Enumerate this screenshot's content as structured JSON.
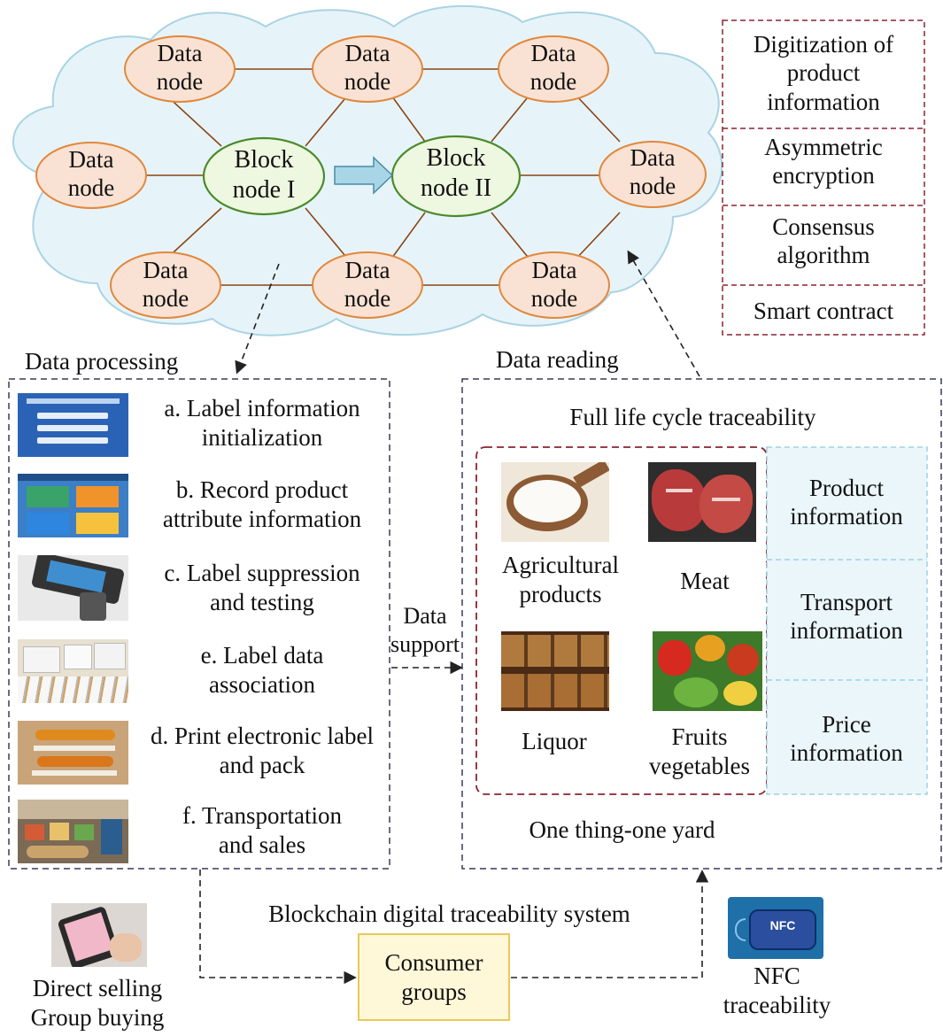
{
  "network": {
    "data_node_label": "Data\nnode",
    "block_nodes": [
      "Block\nnode I",
      "Block\nnode II"
    ]
  },
  "features": [
    "Digitization of\nproduct\ninformation",
    "Asymmetric\nencryption",
    "Consensus\nalgorithm",
    "Smart contract"
  ],
  "processing": {
    "title": "Data processing",
    "steps": [
      "a. Label information\ninitialization",
      "b. Record product\nattribute information",
      "c. Label suppression\nand testing",
      "e. Label data\nassociation",
      "d. Print electronic label\nand pack",
      "f. Transportation\nand sales"
    ]
  },
  "data_support": "Data\nsupport",
  "reading": {
    "title": "Data reading",
    "subtitle": "Full life cycle traceability",
    "products": [
      "Agricultural\nproducts",
      "Meat",
      "Liquor",
      "Fruits\nvegetables"
    ],
    "info_categories": [
      "Product\ninformation",
      "Transport\ninformation",
      "Price\ninformation"
    ],
    "footer": "One thing-one yard"
  },
  "system_title": "Blockchain digital traceability system",
  "consumer": "Consumer\ngroups",
  "channels": "Direct selling\nGroup buying",
  "nfc": {
    "badge": "NFC",
    "label": "NFC\ntraceability"
  },
  "colors": {
    "cloud_fill": "#e6f4f9",
    "cloud_stroke": "#a9d3e3",
    "data_node_fill": "#f9e2d3",
    "data_node_stroke": "#e2873c",
    "block_node_fill": "#eef7e0",
    "block_node_stroke": "#4a8a2a",
    "edge": "#8b4513",
    "arrow_fill": "#a9d6e6",
    "legend_border": "#8a2430",
    "panel_border": "#3a3a5a",
    "consumer_fill": "#fff8d8",
    "consumer_stroke": "#e8c95a",
    "info_fill": "#eaf6fa",
    "info_border": "#9fd2e2",
    "nfc_bg": "#1f6fa8"
  }
}
